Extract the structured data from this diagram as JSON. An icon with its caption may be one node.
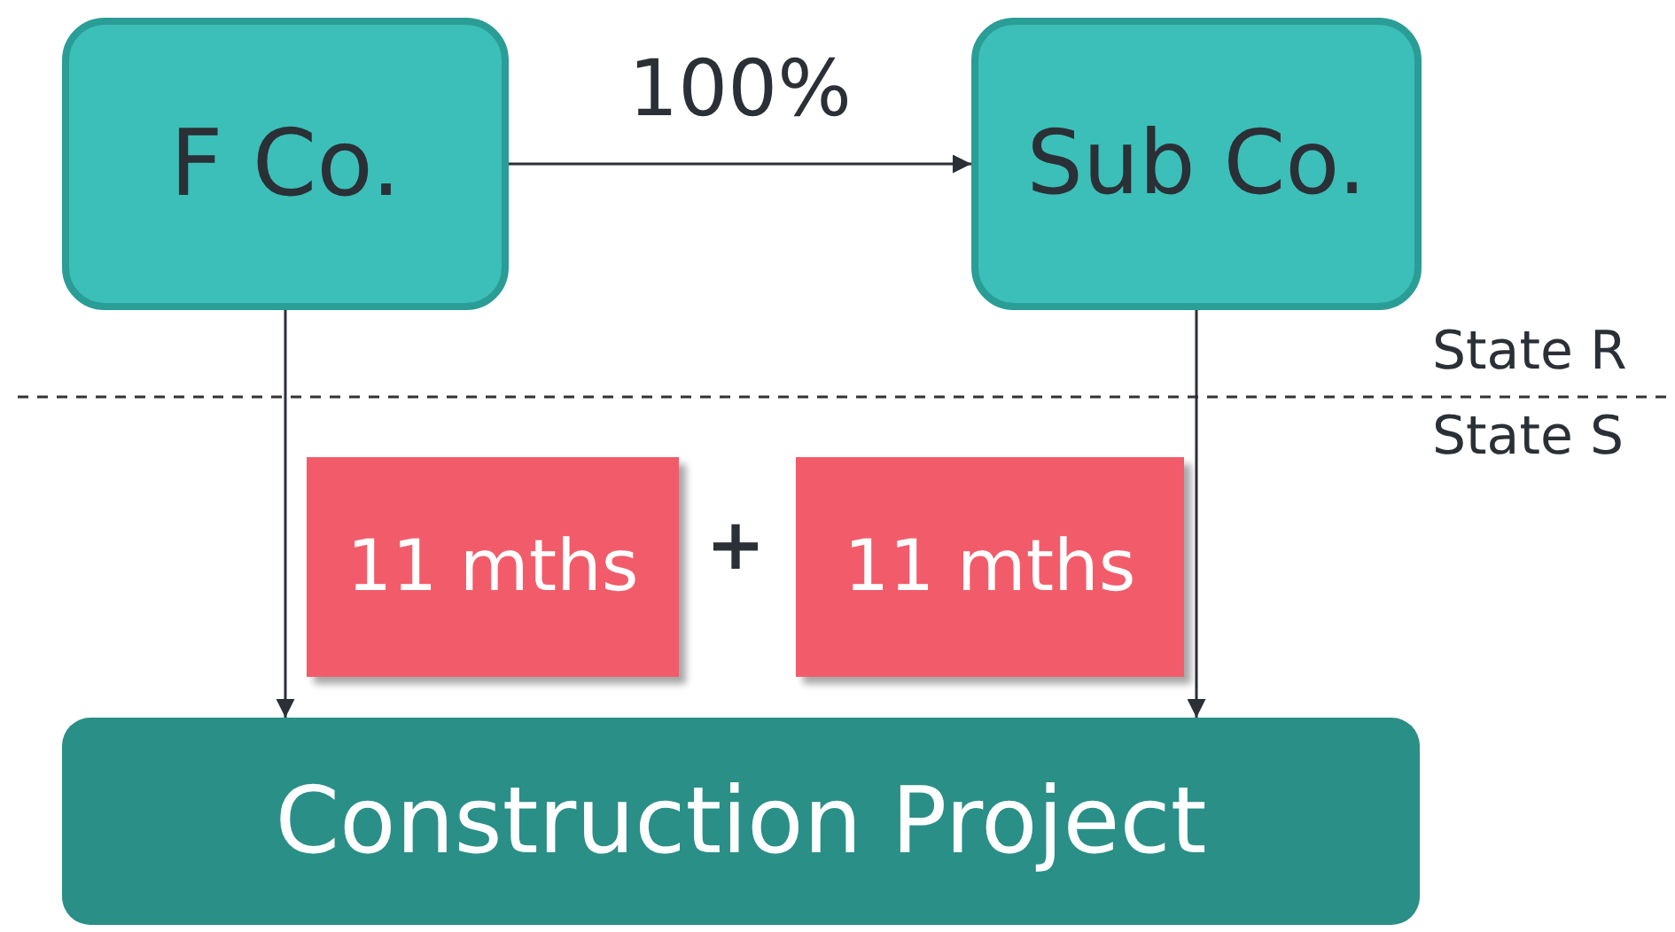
{
  "diagram": {
    "nodes": [
      {
        "text": [
          "F Co."
        ]
      },
      {
        "text": [
          "Sub Co."
        ]
      },
      {
        "text": [
          "11 mths"
        ]
      },
      {
        "text": [
          "11 mths"
        ]
      },
      {
        "text": [
          "Construction Project"
        ]
      }
    ],
    "edges": [
      {
        "from": 0,
        "to": 1,
        "arrow": "to",
        "label": "100%"
      },
      {
        "from": 0,
        "to": 4,
        "arrow": "to"
      },
      {
        "from": 1,
        "to": 4,
        "arrow": "to"
      }
    ],
    "labels": [
      "+",
      "State R",
      "State S"
    ]
  }
}
